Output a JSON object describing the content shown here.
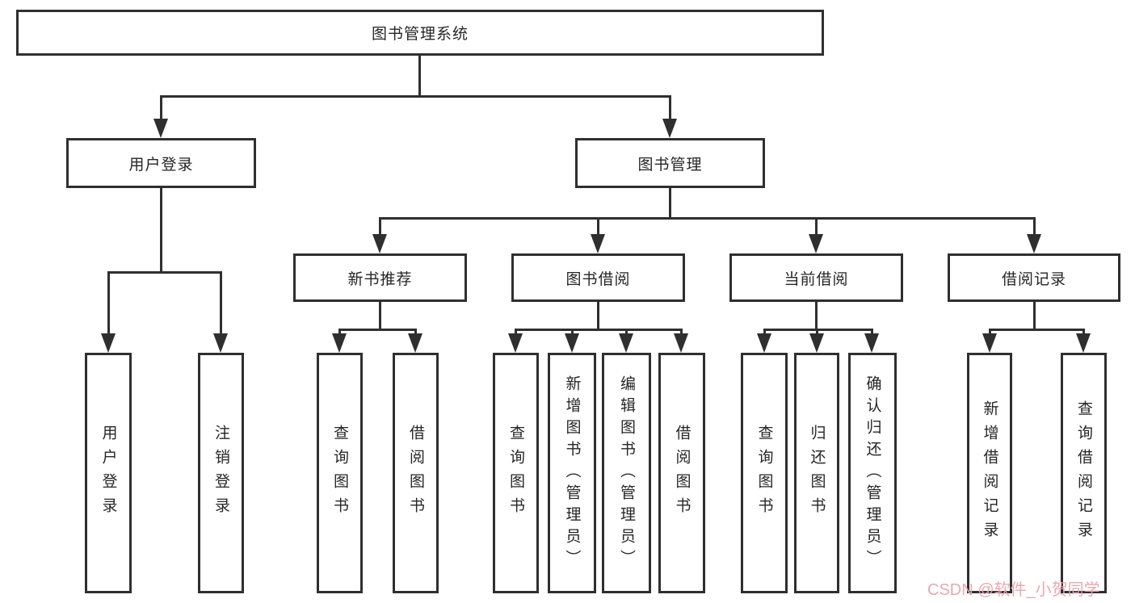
{
  "tree": {
    "root": {
      "label": "图书管理系统"
    },
    "branches": [
      {
        "label": "用户登录",
        "children": [
          {
            "label": "用户登录"
          },
          {
            "label": "注销登录"
          }
        ]
      },
      {
        "label": "图书管理",
        "children": [
          {
            "label": "新书推荐",
            "children": [
              {
                "label": "查询图书"
              },
              {
                "label": "借阅图书"
              }
            ]
          },
          {
            "label": "图书借阅",
            "children": [
              {
                "label": "查询图书"
              },
              {
                "label": "新增图书（管理员）"
              },
              {
                "label": "编辑图书（管理员）"
              },
              {
                "label": "借阅图书"
              }
            ]
          },
          {
            "label": "当前借阅",
            "children": [
              {
                "label": "查询图书"
              },
              {
                "label": "归还图书"
              },
              {
                "label": "确认归还（管理员）"
              }
            ]
          },
          {
            "label": "借阅记录",
            "children": [
              {
                "label": "新增借阅记录"
              },
              {
                "label": "查询借阅记录"
              }
            ]
          }
        ]
      }
    ]
  },
  "style": {
    "line_color": "#2f2f2f",
    "box_background": "#ffffff",
    "watermark_color": "#e7a4ad"
  },
  "watermark": {
    "text": "CSDN @软件_小贺同学"
  }
}
